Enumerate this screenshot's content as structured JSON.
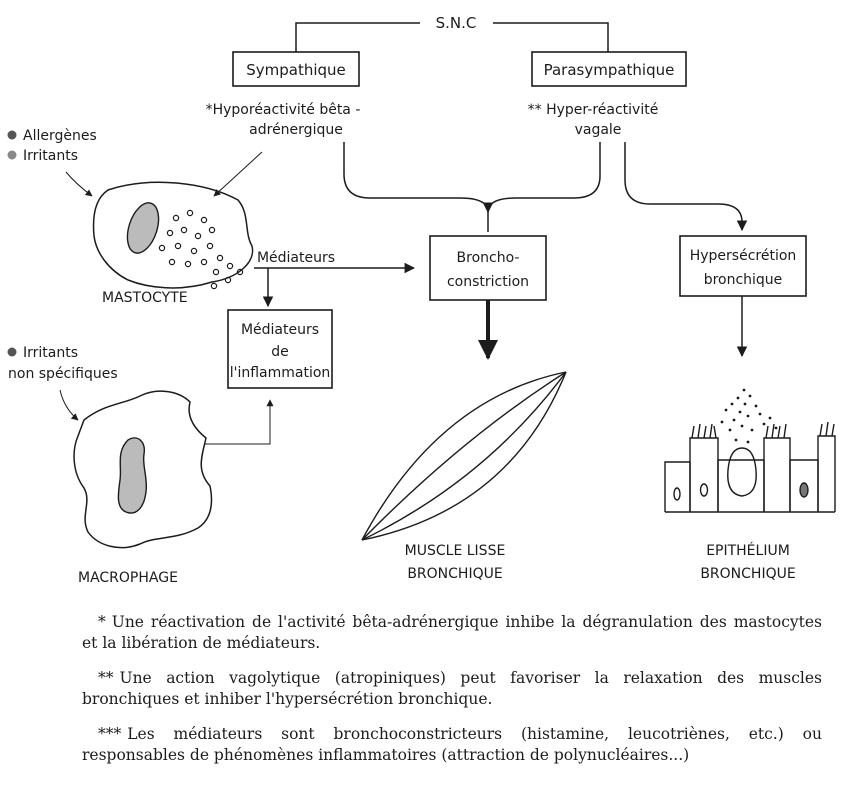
{
  "diagram": {
    "snc": "S.N.C",
    "sympathique": "Sympathique",
    "parasympathique": "Parasympathique",
    "hypo_line1": "*Hyporéactivité bêta -",
    "hypo_line2": "adrénergique",
    "hyper_line1": "** Hyper-réactivité",
    "hyper_line2": "vagale",
    "allergenes": "Allergènes",
    "irritants": "Irritants",
    "mediateurs": "Médiateurs",
    "mastocyte": "MASTOCYTE",
    "broncho_line1": "Broncho-",
    "broncho_line2": "constriction",
    "hypersecretion_line1": "Hypersécrétion",
    "hypersecretion_line2": "bronchique",
    "med_inflam_line1": "Médiateurs",
    "med_inflam_line2": "de",
    "med_inflam_line3": "l'inflammation",
    "irritants_ns_line1": "Irritants",
    "irritants_ns_line2": "non spécifiques",
    "macrophage": "MACROPHAGE",
    "muscle_line1": "MUSCLE LISSE",
    "muscle_line2": "BRONCHIQUE",
    "epithelium_line1": "EPITHÉLIUM",
    "epithelium_line2": "BRONCHIQUE"
  },
  "notes": [
    {
      "mark": "*",
      "text": "Une réactivation de l'activité bêta-adrénergique inhibe la dégranulation des mastocytes et la libération de médiateurs."
    },
    {
      "mark": "**",
      "text": "Une action vagolytique (atropiniques) peut favoriser la relaxation des muscles bronchiques et inhiber l'hypersécrétion bronchique."
    },
    {
      "mark": "***",
      "text": "Les médiateurs sont bronchoconstricteurs (histamine, leucotriènes, etc.) ou responsables de phénomènes inflammatoires (attraction de polynucléaires...)"
    }
  ]
}
